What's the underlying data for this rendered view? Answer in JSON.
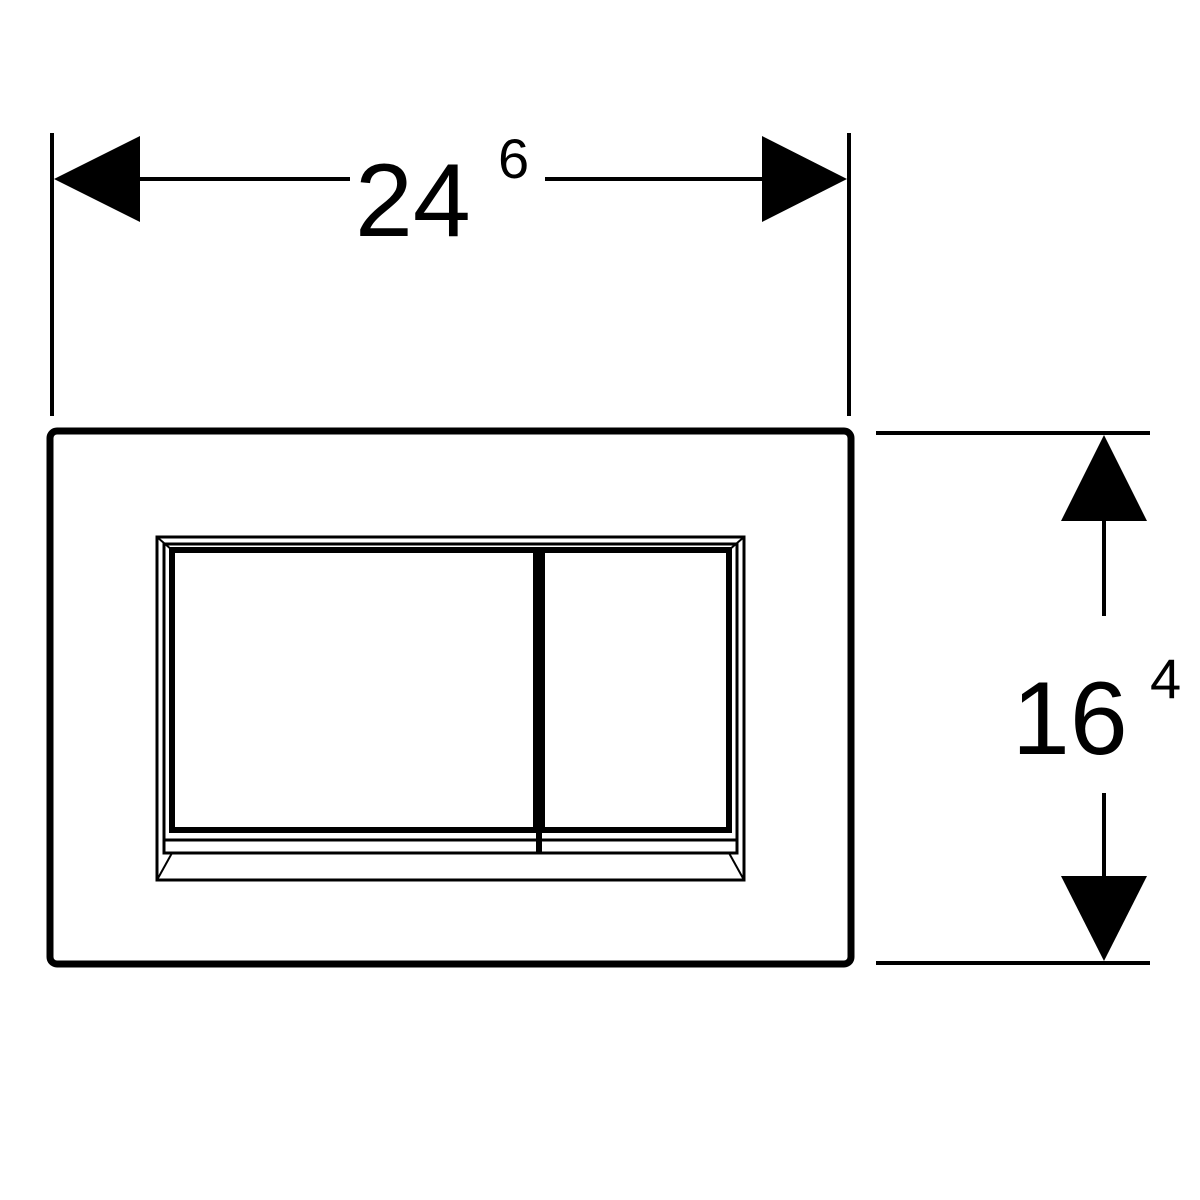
{
  "dimensions": {
    "width": {
      "main": "24",
      "superscript": "6"
    },
    "height": {
      "main": "16",
      "superscript": "4"
    }
  },
  "colors": {
    "line": "#000000",
    "background": "#ffffff"
  }
}
